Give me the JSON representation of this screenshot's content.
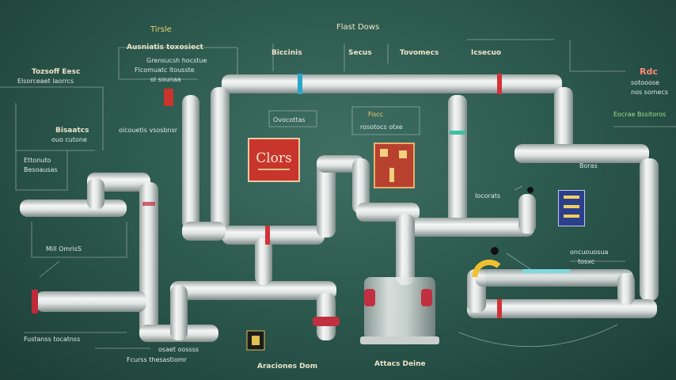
{
  "labels": {
    "top_center": "Flast Dows",
    "top_left": "Tirsle",
    "top_left_sub1": "Ausniatis toxosiect",
    "top_left_sub2": "Grensucsh hocstue",
    "top_left_sub3": "Flcomuatc ltousste",
    "top_left_sub4": "ol sounaa",
    "left_head": "Tozsoff Eesc",
    "left_head_sub": "Elsorceaet laorrcs",
    "left_box_title": "Bisaatcs",
    "left_box_sub": "ouo cutone",
    "left_box_sub2": "Ettonuto",
    "left_box_sub3": "Besoausas",
    "mid_left_note": "olcouetis vsosbnsr",
    "left_lower_box": "Mill OmrisS",
    "bottom_left_1": "Fustanss tocatnss",
    "bottom_left_2": "osaet oossss",
    "bottom_left_3": "Fcurss thesastiomr",
    "bottom_center_1": "Araciones Dom",
    "bottom_center_2": "Attacs Deine",
    "row1_a": "Biccinis",
    "row1_b": "Secus",
    "row1_c": "Tovomecs",
    "row1_d": "Icsecuo",
    "row2_a": "Ovocottas",
    "row2_b": "Fiscc",
    "row2_c": "rosotocs otxe",
    "logo_text": "Clors",
    "right_top": "Rdc",
    "right_sub1": "sotooose",
    "right_sub2": "nos somecs",
    "right_green": "Eocrae Bssitoros",
    "right_mid": "Boras",
    "right_low1": "oncuouosua",
    "right_low2": "tosxc",
    "center_note": "Iocorats"
  }
}
